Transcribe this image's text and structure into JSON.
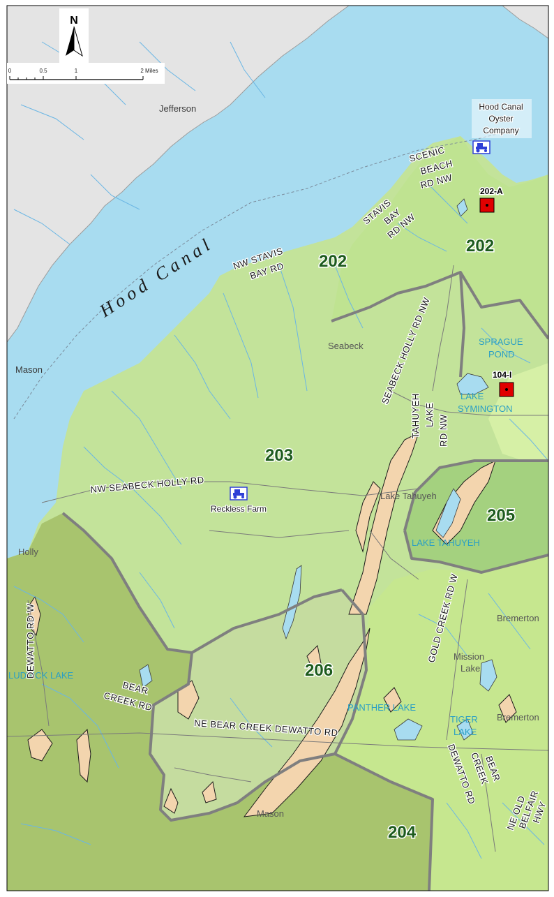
{
  "colors": {
    "water": "#a8dcf0",
    "land_west": "#e4e4e4",
    "unit_202": "#bfe391",
    "unit_203": "#c3e39a",
    "unit_204": "#a8c46e",
    "unit_205": "#a4d17f",
    "unit_206": "#c5dc9f",
    "east_light": "#d6f0a6",
    "sediment": "#f3d5ae",
    "boundary": "#7f7f7f",
    "stream": "#6ab6e4",
    "facility_red": "#e00000",
    "farm_blue": "#2e3fd6"
  },
  "north_arrow": {
    "label": "N"
  },
  "scale_bar": {
    "ticks": [
      "0",
      "0.5",
      "1",
      "2 Miles"
    ]
  },
  "water_bodies": {
    "hood_canal": "Hood Canal",
    "sprague_pond": [
      "SPRAGUE",
      "POND"
    ],
    "lake_symington": [
      "LAKE",
      "SYMINGTON"
    ],
    "lake_tahuyeh": "LAKE TAHUYEH",
    "ludvick_lake": "LUDVICK LAKE",
    "panther_lake": "PANTHER LAKE",
    "tiger_lake": [
      "TIGER",
      "LAKE"
    ]
  },
  "places": {
    "jefferson": "Jefferson",
    "mason_west": "Mason",
    "seabeck": "Seabeck",
    "lake_tahuyeh_place": "Lake Tahuyeh",
    "mission_lake": [
      "Mission",
      "Lake"
    ],
    "bremerton_1": "Bremerton",
    "bremerton_2": "Bremerton",
    "mason_south": "Mason",
    "holly": "Holly"
  },
  "roads": {
    "scenic_beach": [
      "SCENIC",
      "BEACH",
      "RD NW"
    ],
    "stavis_bay_1": [
      "STAVIS",
      "BAY",
      "RD NW"
    ],
    "nw_stavis_bay": [
      "NW STAVIS",
      "BAY RD"
    ],
    "seabeck_holly_nw": "SEABECK HOLLY RD NW",
    "tahuyeh_lake": [
      "TAHUYEH",
      "LAKE",
      "RD NW"
    ],
    "nw_seabeck_holly": "NW SEABECK HOLLY RD",
    "dewatto_rd_w": "DEWATTO RD W",
    "bear_creek_rd": [
      "BEAR",
      "CREEK RD"
    ],
    "ne_bear_creek_dewatto": "NE BEAR CREEK DEWATTO RD",
    "gold_creek_rd": "GOLD CREEK RD W",
    "bear_creek_dewatto": [
      "BEAR",
      "CREEK",
      "DEWATTO RD"
    ],
    "ne_old_belfair": [
      "NE OLD",
      "BELFAIR",
      "HWY"
    ]
  },
  "units": [
    "202",
    "202",
    "203",
    "204",
    "205",
    "206"
  ],
  "facilities": [
    {
      "id": "202-A"
    },
    {
      "id": "104-I"
    }
  ],
  "farms": [
    {
      "name": [
        "Hood Canal",
        "Oyster",
        "Company"
      ],
      "icon": "tractor-icon"
    },
    {
      "name": [
        "Reckless Farm"
      ],
      "icon": "tractor-icon"
    }
  ]
}
